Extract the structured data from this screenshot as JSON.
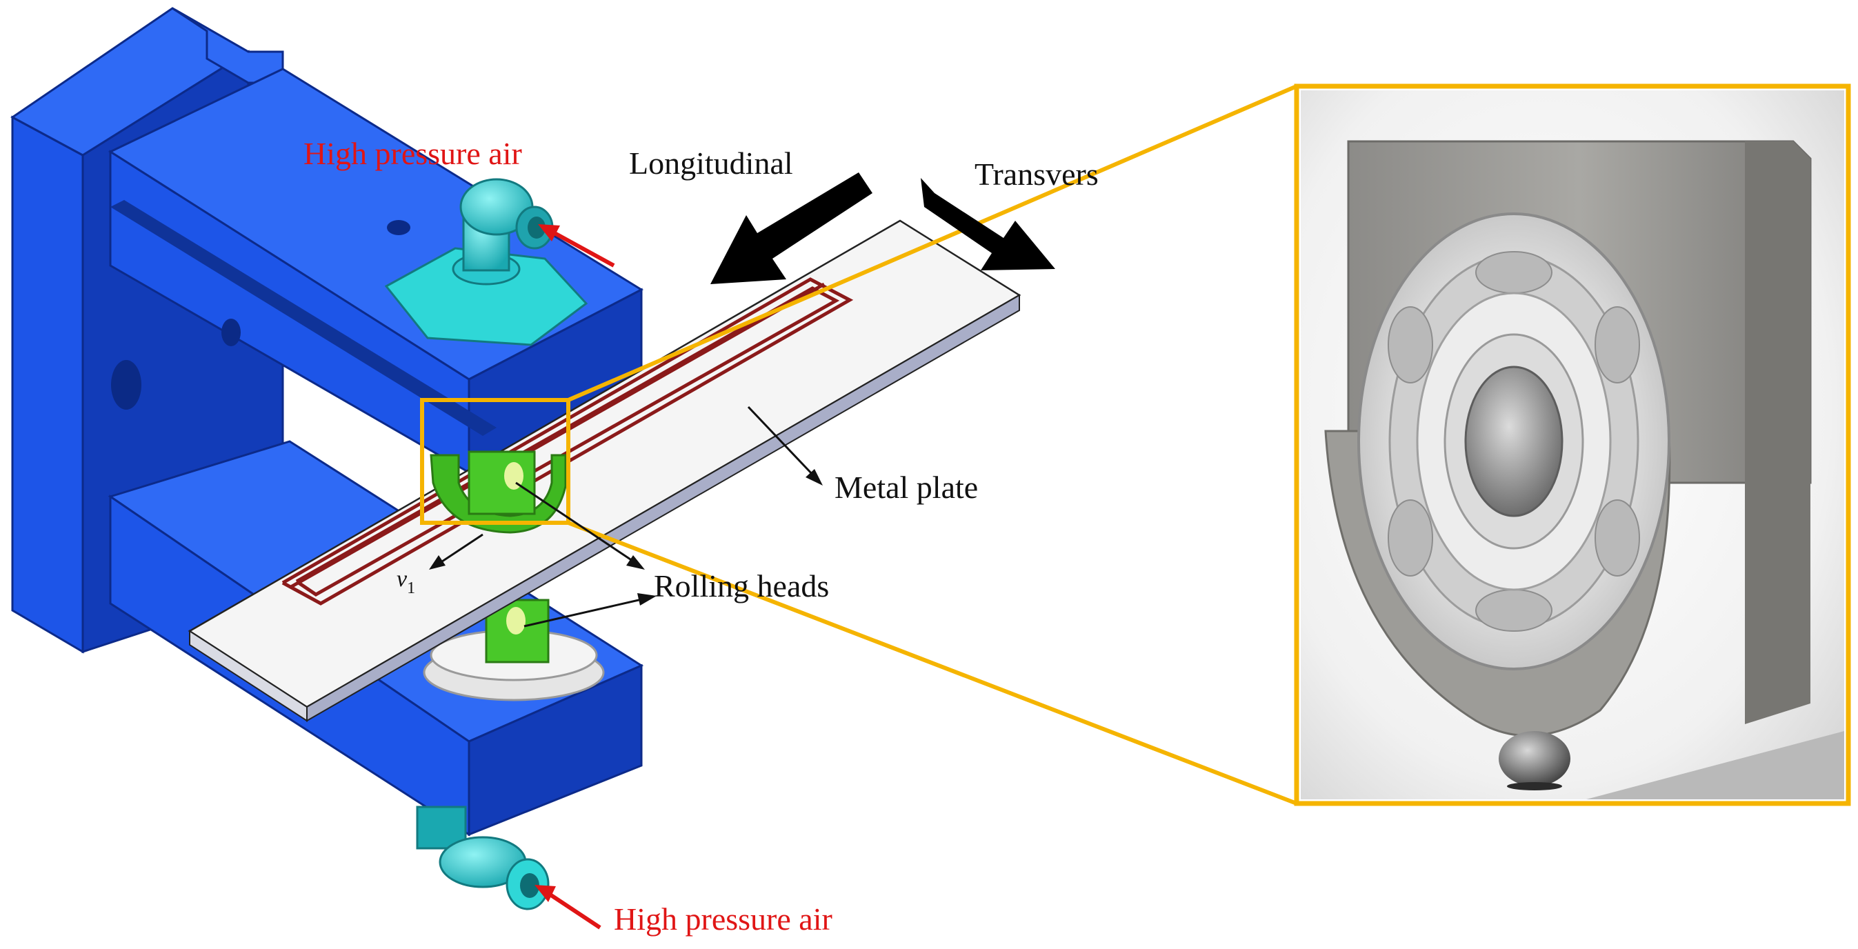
{
  "labels": {
    "air_top": "High pressure air",
    "air_bottom": "High pressure air",
    "longitudinal": "Longitudinal",
    "transverse": "Transvers",
    "metal_plate": "Metal plate",
    "rolling_heads": "Rolling heads",
    "velocity_symbol": "v",
    "velocity_subscript": "1"
  },
  "colors": {
    "frame_front": "#1d55e8",
    "frame_top": "#2f6af5",
    "frame_side": "#123cb8",
    "fitting": "#2fd7d7",
    "plate_top": "#f5f5f5",
    "plate_edge": "#a9aec8",
    "groove": "#8b1a1a",
    "roller": "#49c829",
    "zoom_box": "#f5b400",
    "label_red": "#e01515",
    "label_black": "#111111",
    "arrow_fill": "#000000"
  },
  "icons": {
    "air_fitting_top": "elbow-fitting-icon",
    "air_fitting_bottom": "elbow-fitting-icon",
    "bearing": "ball-bearing-icon"
  }
}
